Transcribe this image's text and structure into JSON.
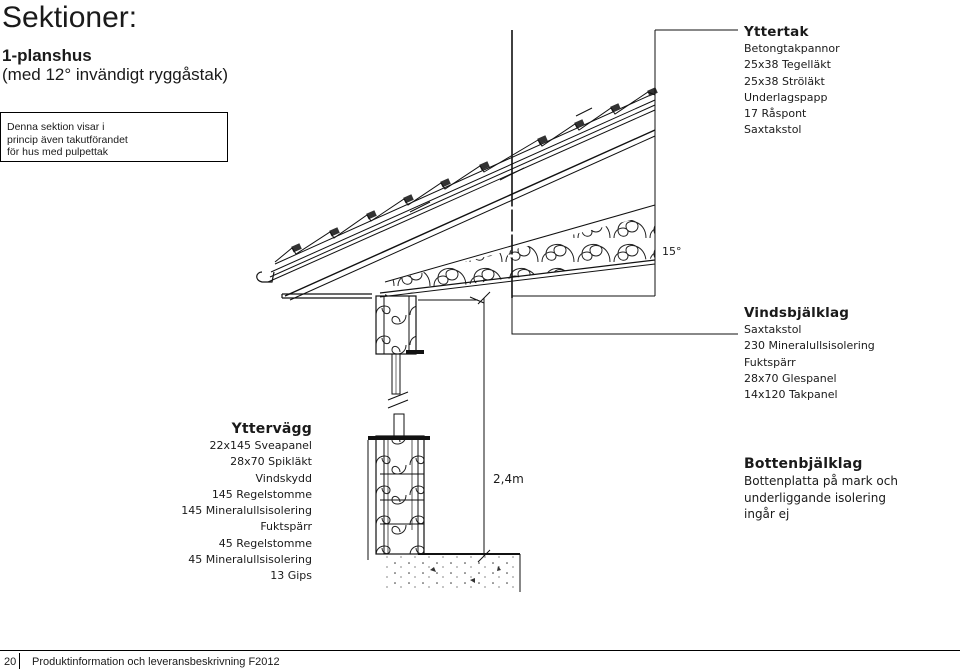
{
  "header": {
    "title": "Sektioner:",
    "subtitle_bold": "1-planshus",
    "subtitle_rest": "(med 12° invändigt ryggåstak)"
  },
  "note": {
    "lines": [
      "Denna sektion visar i",
      "princip även takutförandet",
      "för hus med pulpettak"
    ]
  },
  "labels": {
    "yttertak": {
      "heading": "Yttertak",
      "items": [
        "Betongtakpannor",
        "25x38 Tegelläkt",
        "25x38 Ströläkt",
        "Underlagspapp",
        "17 Råspont",
        "Saxtakstol"
      ]
    },
    "vindsbjalklag": {
      "heading": "Vindsbjälklag",
      "items": [
        "Saxtakstol",
        "230 Mineralullsisolering",
        "Fuktspärr",
        "28x70 Glespanel",
        "14x120 Takpanel"
      ]
    },
    "yttervagg": {
      "heading": "Yttervägg",
      "items": [
        "22x145 Sveapanel",
        "28x70 Spikläkt",
        "Vindskydd",
        "145 Regelstomme",
        "145 Mineralullsisolering",
        "Fuktspärr",
        "45 Regelstomme",
        "45 Mineralullsisolering",
        "13 Gips"
      ]
    },
    "bottenbjalklag": {
      "heading": "Bottenbjälklag",
      "items": [
        "Bottenplatta på mark och",
        "underliggande isolering",
        "ingår ej"
      ]
    }
  },
  "dimensions": {
    "roof_angle": "15°",
    "wall_height": "2,4m"
  },
  "footer": {
    "page_number": "20",
    "text": "Produktinformation och leveransbeskrivning F2012"
  }
}
